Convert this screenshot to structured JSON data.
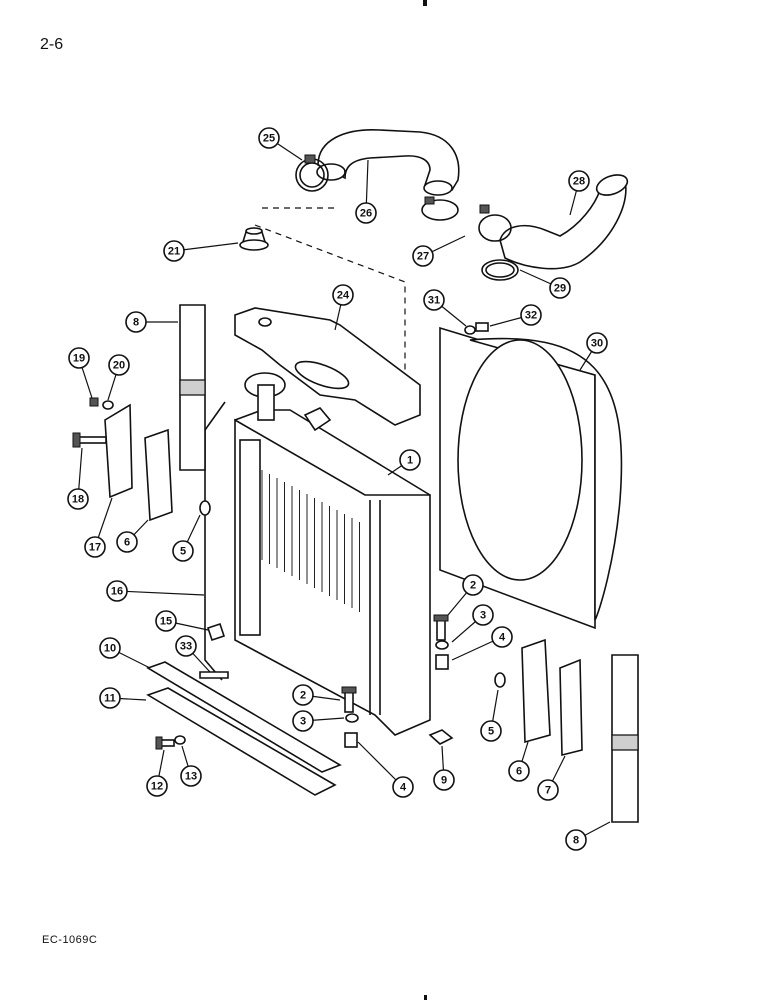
{
  "page_number": "2-6",
  "figure_code": "EC-1069C",
  "callouts": [
    {
      "label": "1"
    },
    {
      "label": "2"
    },
    {
      "label": "2"
    },
    {
      "label": "3"
    },
    {
      "label": "3"
    },
    {
      "label": "4"
    },
    {
      "label": "4"
    },
    {
      "label": "5"
    },
    {
      "label": "5"
    },
    {
      "label": "6"
    },
    {
      "label": "6"
    },
    {
      "label": "7"
    },
    {
      "label": "8"
    },
    {
      "label": "8"
    },
    {
      "label": "9"
    },
    {
      "label": "10"
    },
    {
      "label": "11"
    },
    {
      "label": "12"
    },
    {
      "label": "13"
    },
    {
      "label": "15"
    },
    {
      "label": "16"
    },
    {
      "label": "17"
    },
    {
      "label": "18"
    },
    {
      "label": "19"
    },
    {
      "label": "20"
    },
    {
      "label": "21"
    },
    {
      "label": "24"
    },
    {
      "label": "25"
    },
    {
      "label": "26"
    },
    {
      "label": "27"
    },
    {
      "label": "28"
    },
    {
      "label": "29"
    },
    {
      "label": "30"
    },
    {
      "label": "31"
    },
    {
      "label": "32"
    },
    {
      "label": "33"
    }
  ]
}
